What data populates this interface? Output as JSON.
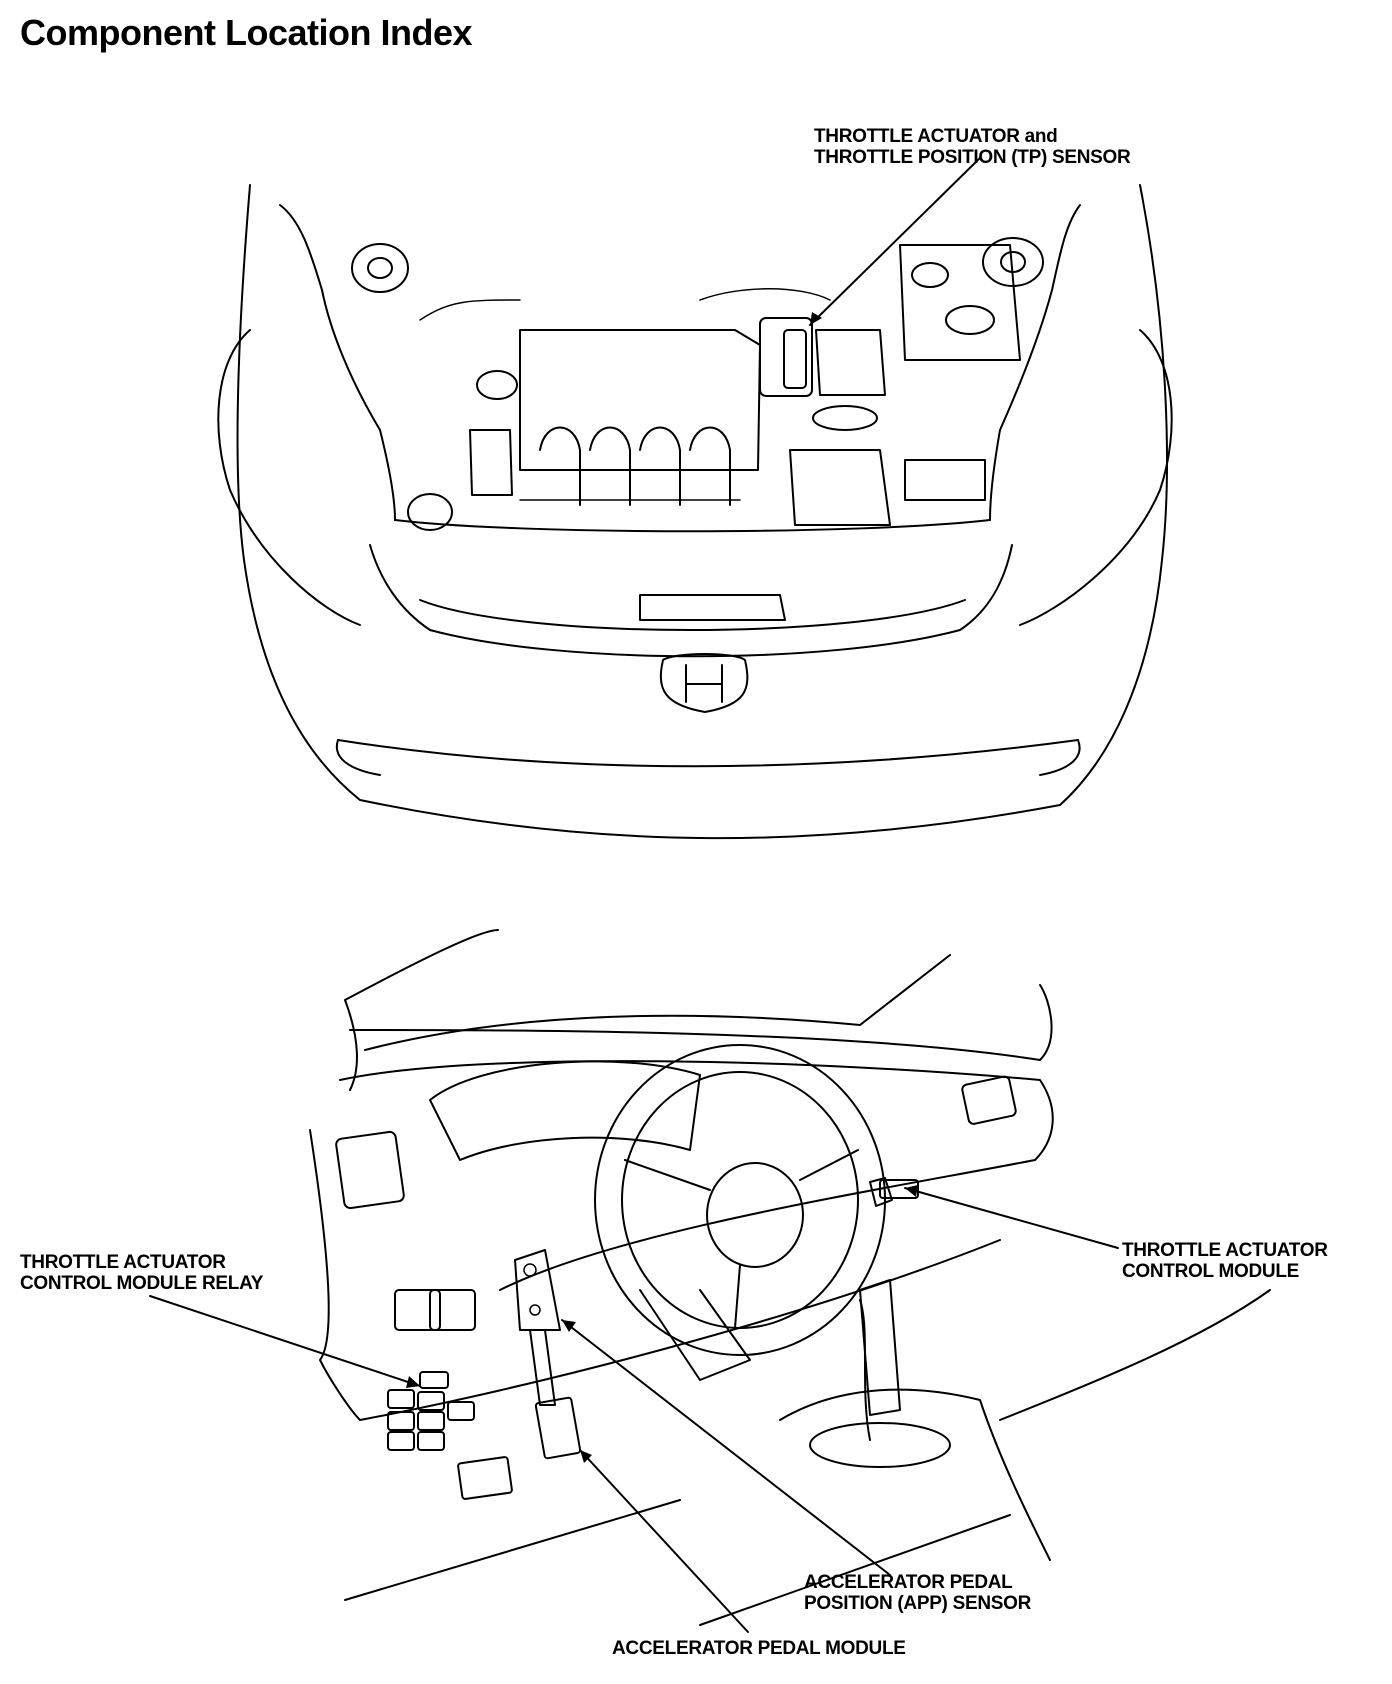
{
  "title": "Component Location Index",
  "callouts": {
    "tp_sensor": [
      "THROTTLE ACTUATOR and",
      "THROTTLE POSITION (TP) SENSOR"
    ],
    "tacm_relay": [
      "THROTTLE ACTUATOR",
      "CONTROL MODULE RELAY"
    ],
    "tacm": [
      "THROTTLE ACTUATOR",
      "CONTROL MODULE"
    ],
    "app_sensor": [
      "ACCELERATOR PEDAL",
      "POSITION (APP) SENSOR"
    ],
    "pedal_module": [
      "ACCELERATOR PEDAL MODULE"
    ]
  }
}
